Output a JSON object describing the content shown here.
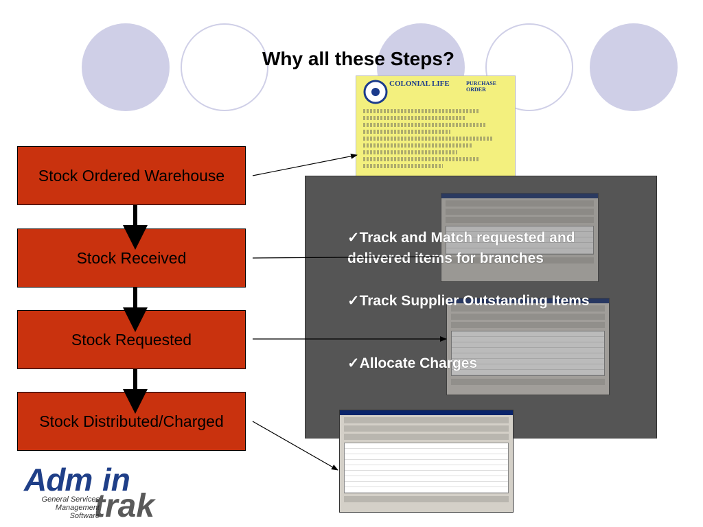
{
  "slide": {
    "title": "Why all these Steps?"
  },
  "flow": {
    "steps": [
      "Stock Ordered Warehouse",
      "Stock Received",
      "Stock Requested",
      "Stock Distributed/Charged"
    ]
  },
  "benefits": [
    "✓Track and Match requested and delivered items for branches",
    "✓Track Supplier Outstanding Items",
    "✓Allocate Charges"
  ],
  "purchase_order": {
    "company": "COLONIAL LIFE",
    "heading": "PURCHASE ORDER"
  },
  "logo": {
    "brand_a": "Adm",
    "brand_b": "in",
    "brand_c": "trak",
    "tagline": [
      "General Services",
      "Management",
      "Software"
    ]
  },
  "colors": {
    "flow_box": "#c9320e",
    "overlay": "#555555",
    "circle": "#cfcfe7",
    "logo_blue": "#1f3f88"
  }
}
